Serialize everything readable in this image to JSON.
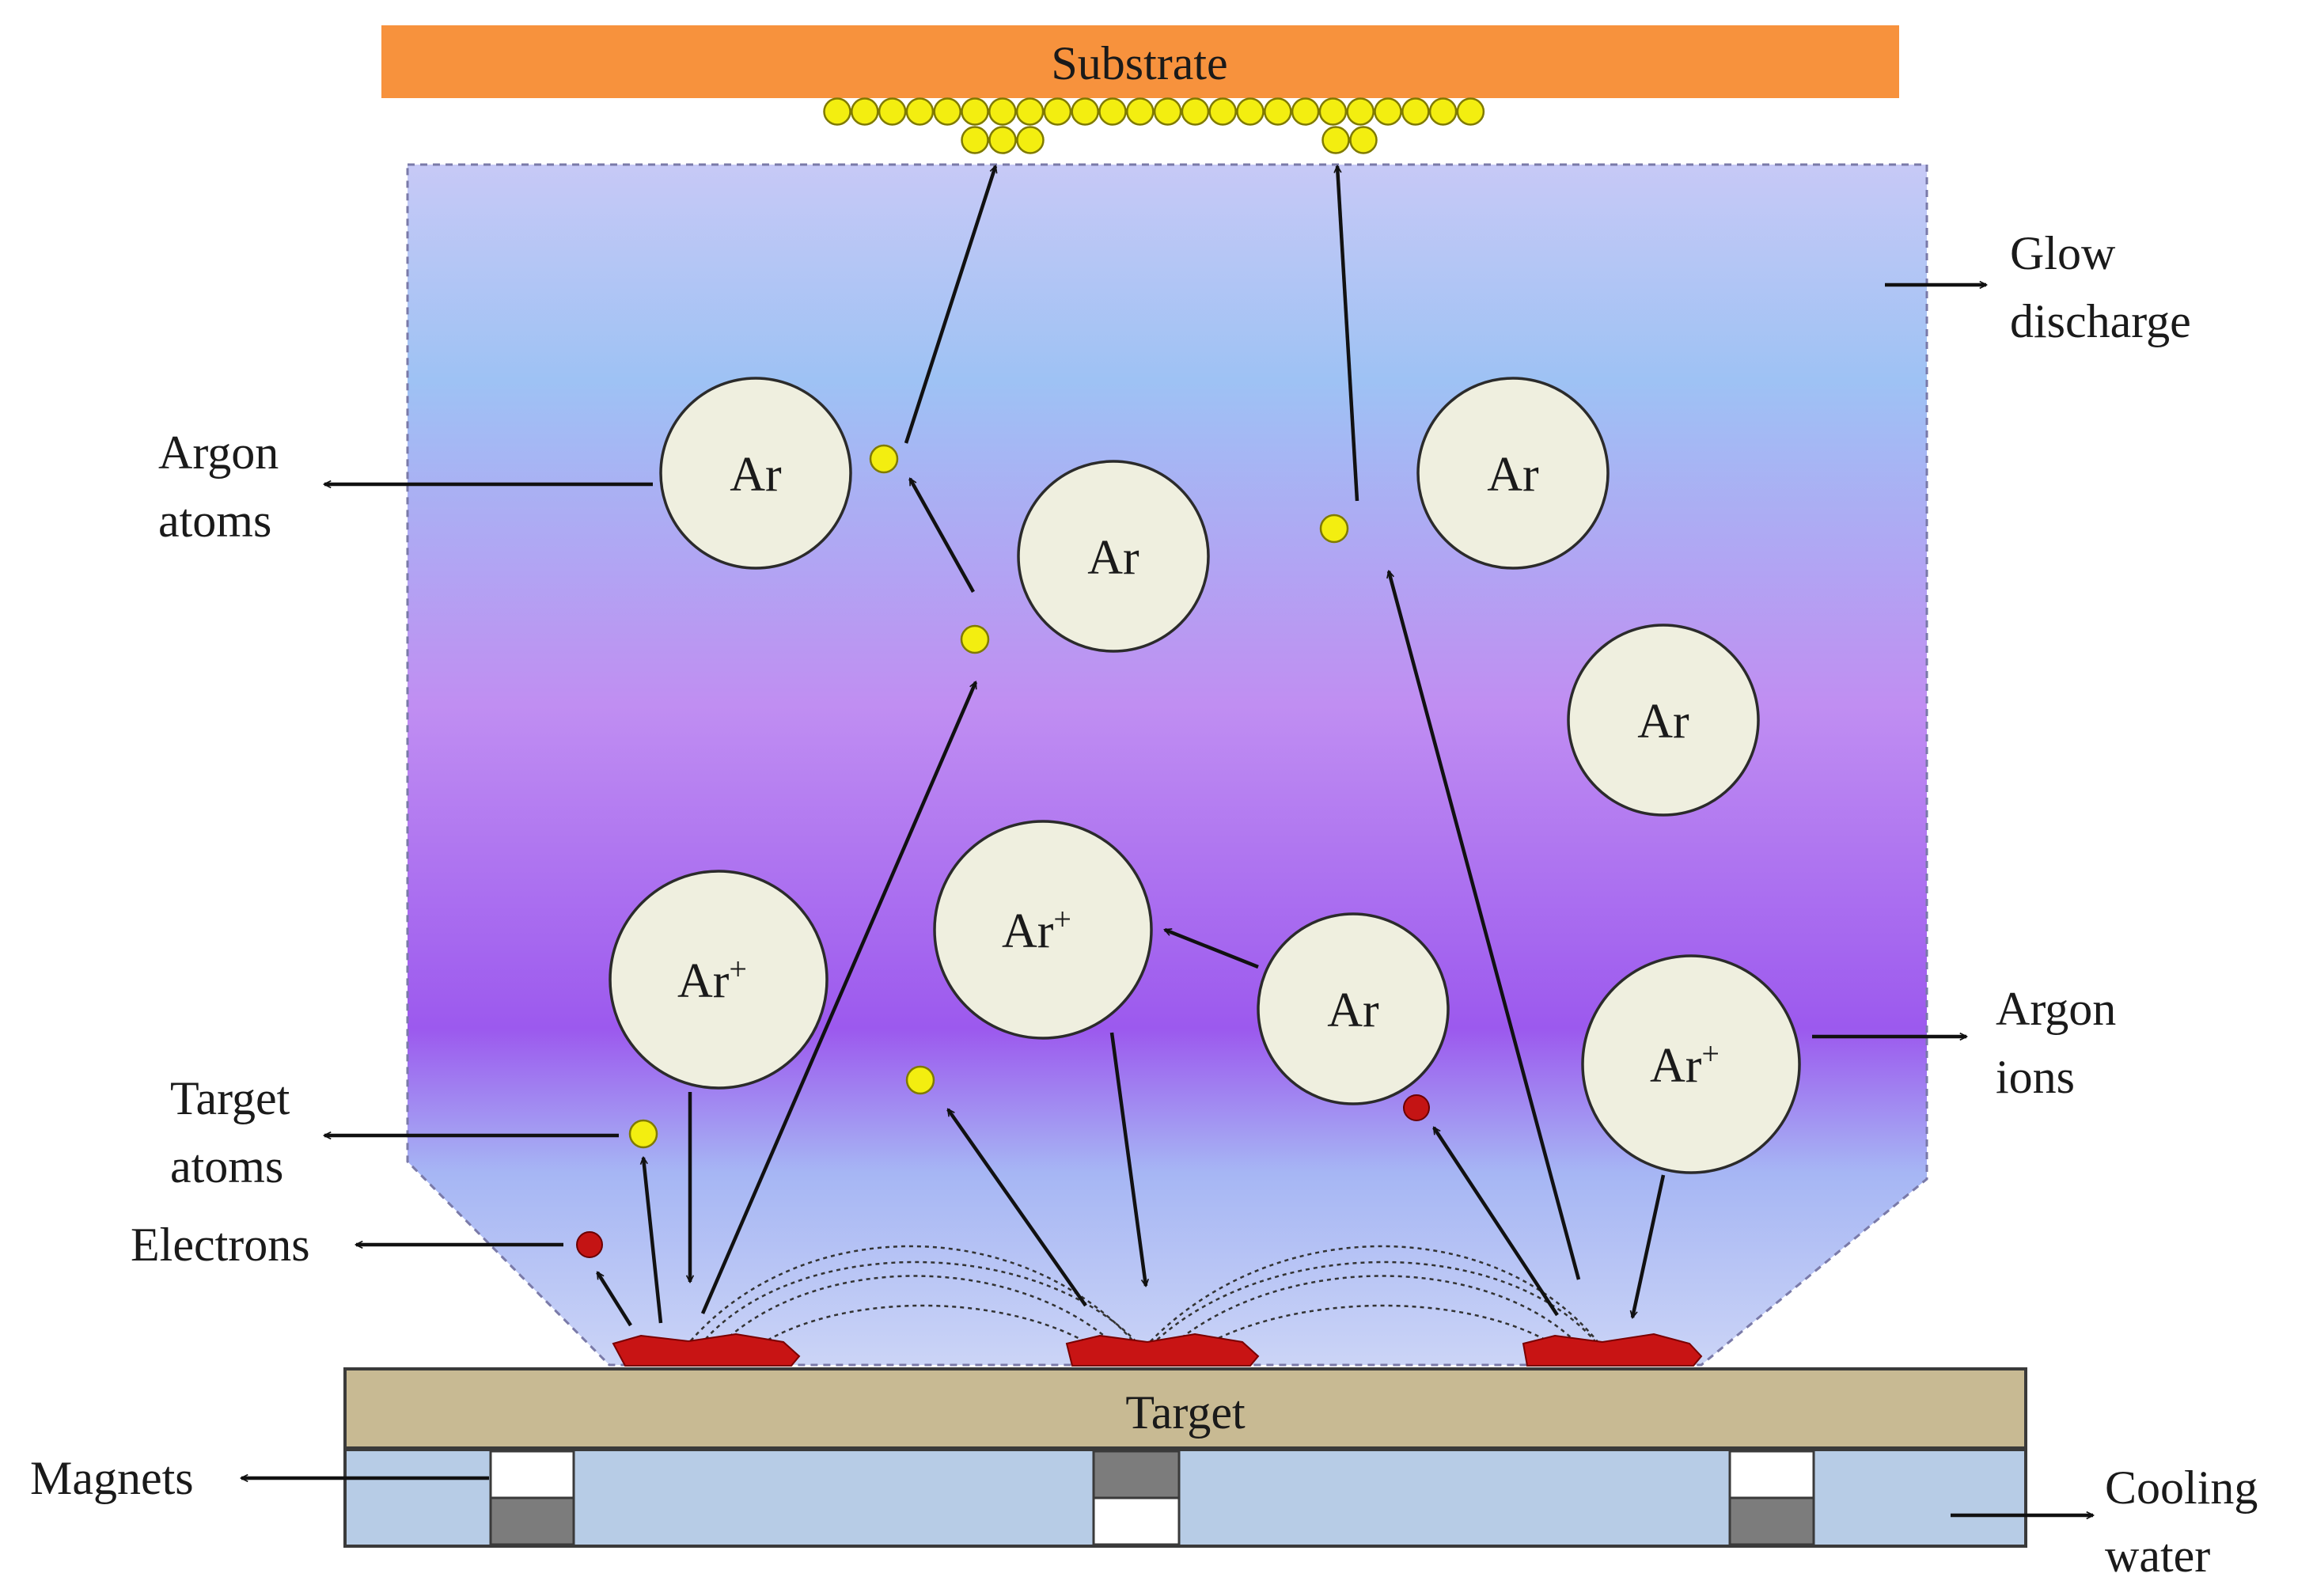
{
  "labels": {
    "substrate": "Substrate",
    "target": "Target",
    "glow_discharge": [
      "Glow",
      "discharge"
    ],
    "argon_atoms": [
      "Argon",
      "atoms"
    ],
    "target_atoms": [
      "Target",
      "atoms"
    ],
    "electrons": "Electrons",
    "argon_ions": [
      "Argon",
      "ions"
    ],
    "magnets": "Magnets",
    "cooling_water": [
      "Cooling",
      "water"
    ]
  },
  "particles": {
    "atom": "Ar",
    "ion_base": "Ar",
    "ion_charge": "+"
  },
  "colors": {
    "substrate": "#f7923d",
    "target": "#c8ba93",
    "cooling_plate": "#b7cce6",
    "magnet_dark": "#7c7c7c",
    "plasma_top": "#bcc6f4",
    "plasma_mid": "#c18df0",
    "plasma_low": "#9a58ef",
    "deposited_atom": "#f3ee10",
    "electron": "#c41414",
    "erosion": "#c81414"
  }
}
